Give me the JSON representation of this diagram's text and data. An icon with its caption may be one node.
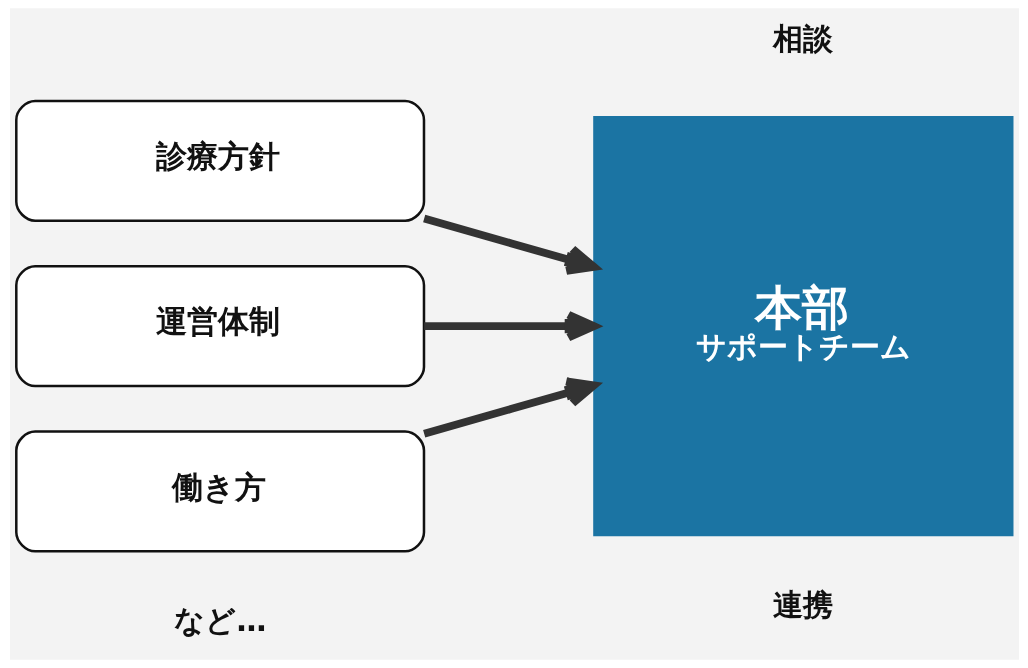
{
  "diagram": {
    "nodes": [
      {
        "text": [
          "診療方針"
        ]
      },
      {
        "text": [
          "運営体制"
        ]
      },
      {
        "text": [
          "働き方"
        ]
      },
      {
        "text": [
          "本部",
          "サポートチーム"
        ]
      }
    ],
    "edges": [
      {
        "from": 0,
        "to": 3,
        "arrow": "to"
      },
      {
        "from": 1,
        "to": 3,
        "arrow": "to"
      },
      {
        "from": 2,
        "to": 3,
        "arrow": "to"
      }
    ],
    "labels": [
      "相談",
      "連携",
      "など…"
    ]
  }
}
